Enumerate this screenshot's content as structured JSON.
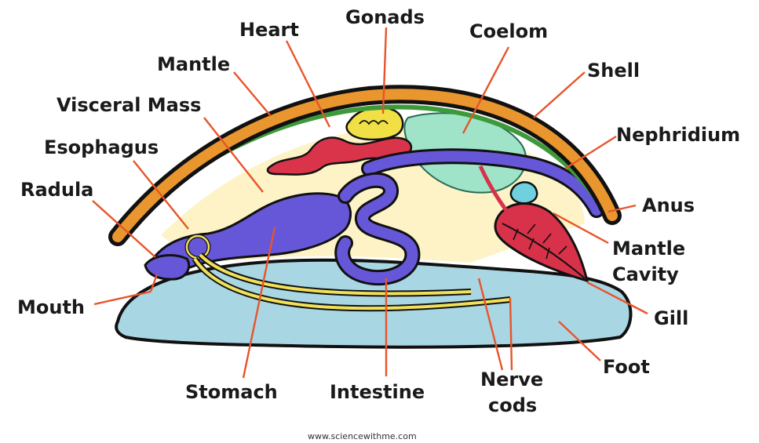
{
  "labels": {
    "heart": "Heart",
    "gonads": "Gonads",
    "coelom": "Coelom",
    "mantle": "Mantle",
    "shell": "Shell",
    "visceral_mass": "Visceral Mass",
    "nephridium": "Nephridium",
    "esophagus": "Esophagus",
    "radula": "Radula",
    "anus": "Anus",
    "mantle_cavity_1": "Mantle",
    "mantle_cavity_2": "Cavity",
    "mouth": "Mouth",
    "gill": "Gill",
    "foot": "Foot",
    "stomach": "Stomach",
    "intestine": "Intestine",
    "nerve_cords_1": "Nerve",
    "nerve_cords_2": "cods"
  },
  "credit": "www.sciencewithme.com",
  "colors": {
    "shell": "#e9962f",
    "mantle_line": "#3c9a3a",
    "visceral": "#fdf3c6",
    "foot": "#a9d6e3",
    "coelom": "#9fe3c8",
    "heart": "#d9344a",
    "gonads": "#f0e046",
    "digestive": "#6657d8",
    "gill": "#d8314a",
    "nerve": "#f0e05a",
    "leader": "#e8542a"
  }
}
